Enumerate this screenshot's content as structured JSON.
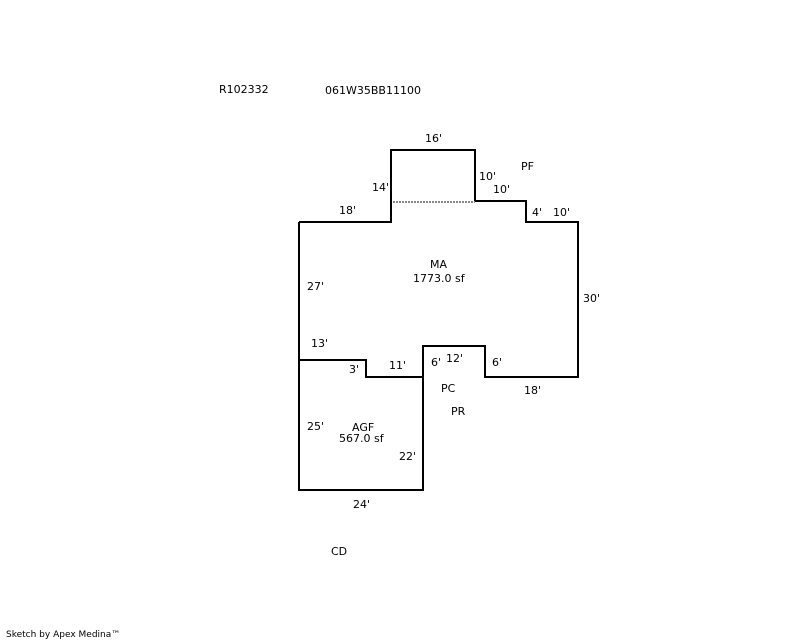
{
  "header": {
    "parcel_id": "R102332",
    "map_number": "061W35BB11100"
  },
  "areas": {
    "main": {
      "code": "MA",
      "area": "1773.0 sf"
    },
    "garage": {
      "code": "AGF",
      "area": "567.0 sf"
    },
    "labels": {
      "pf": "PF",
      "pc": "PC",
      "pr": "PR",
      "cd": "CD"
    }
  },
  "dimensions": {
    "top_bump_top": "16'",
    "top_bump_left": "14'",
    "top_bump_right": "10'",
    "step_top": "10'",
    "step_down": "4'",
    "right_top": "10'",
    "left_top": "18'",
    "left_side": "27'",
    "right_side": "30'",
    "bottom_right": "18'",
    "notch_right": "6'",
    "notch_top": "12'",
    "notch_left": "6'",
    "garage_top_right": "11'",
    "garage_step": "3'",
    "garage_top_left": "13'",
    "garage_left": "25'",
    "garage_right": "22'",
    "garage_bottom": "24'"
  },
  "footer": {
    "credit": "Sketch by Apex Medina™"
  }
}
